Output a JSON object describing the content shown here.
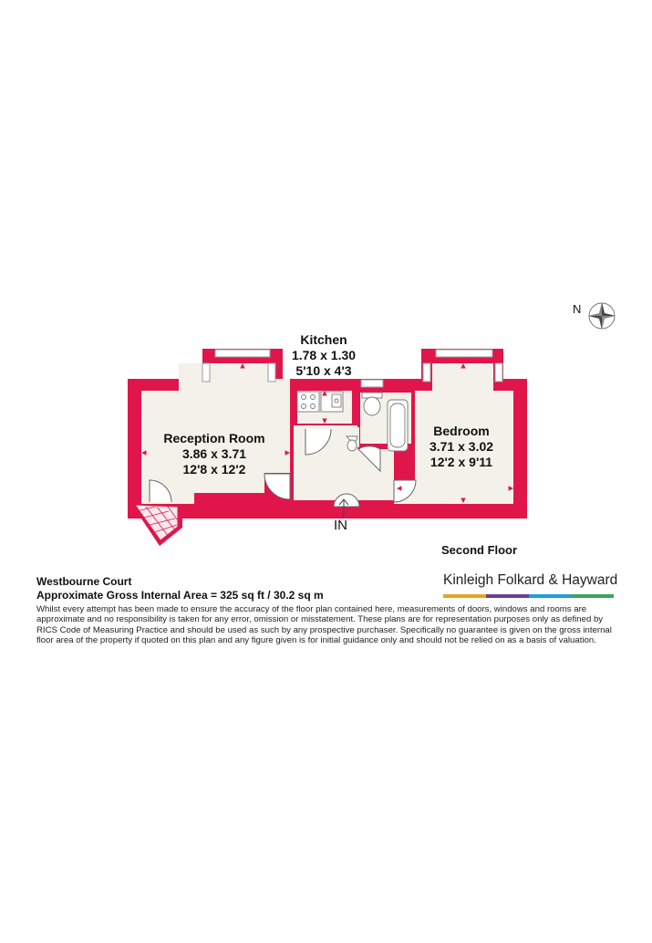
{
  "rooms": {
    "kitchen": {
      "name": "Kitchen",
      "metric": "1.78 x 1.30",
      "imperial": "5'10 x 4'3"
    },
    "reception": {
      "name": "Reception Room",
      "metric": "3.86 x 3.71",
      "imperial": "12'8 x 12'2"
    },
    "bedroom": {
      "name": "Bedroom",
      "metric": "3.71 x 3.02",
      "imperial": "12'2 x 9'11"
    }
  },
  "entrance_label": "IN",
  "compass_label": "N",
  "floor_name": "Second Floor",
  "property_name": "Westbourne Court",
  "area_text": "Approximate Gross Internal Area = 325 sq ft / 30.2 sq m",
  "disclaimer": "Whilst every attempt has been made to ensure the accuracy of the floor plan contained here, measurements of doors, windows and rooms are approximate and no responsibility is taken for any error, omission or misstatement. These plans are for representation purposes only as defined by RICS Code of Measuring Practice and should be used as such by any prospective purchaser. Specifically no guarantee is given on the gross internal floor area of the property if quoted on this plan and any figure given is for initial guidance only and should not be relied on as a basis of valuation.",
  "agent_name": "Kinleigh Folkard & Hayward",
  "colors": {
    "wall": "#e0164a",
    "floor": "#f3f1ea",
    "stripe": [
      "#e7a422",
      "#6c3f97",
      "#1aa1dc",
      "#3aa659"
    ]
  }
}
